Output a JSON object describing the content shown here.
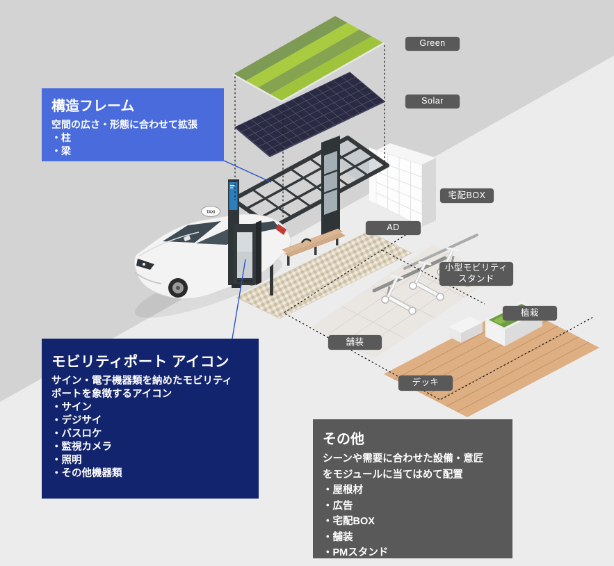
{
  "palette": {
    "bg_light": "#ECECEC",
    "bg_dark_band": "#D3D3D3",
    "accent_blue_box": "#4A6BDB",
    "navy_box": "#13246E",
    "gray_box": "#595959",
    "label_chip_bg": "#595959",
    "leader_line_blue": "#2A52C8",
    "solar_panel": "#2A2A43",
    "grass_olive": "#7E9B55",
    "grass_bright": "#A9CB3F",
    "canopy_frame": "#34383B",
    "deck_wood": "#DDAF83",
    "kiosk_sign_blue": "#2B7FBE"
  },
  "labels": {
    "green": "Green",
    "solar": "Solar",
    "takuhai_box": "宅配BOX",
    "ad": "AD",
    "mobility_stand": "小型モビリティ\nスタンド",
    "plants": "植栽",
    "pavement": "舗装",
    "deck": "デッキ"
  },
  "callouts": {
    "frame": {
      "title": "構造フレーム",
      "lines": [
        "空間の広さ・形態に合わせて拡張",
        "・柱",
        "・梁"
      ]
    },
    "port_icon": {
      "title": "モビリティポート アイコン",
      "lines": [
        "サイン・電子機器類を納めたモビリティ",
        "ポートを象徴するアイコン",
        "・サイン",
        "・デジサイ",
        "・バスロケ",
        "・監視カメラ",
        "・照明",
        "・その他機器類"
      ]
    },
    "others": {
      "title": "その他",
      "lines": [
        "シーンや需要に合わせた設備・意匠",
        "をモジュールに当てはめて配置",
        "・屋根材",
        "・広告",
        "・宅配BOX",
        "・舗装",
        "・PMスタンド"
      ]
    }
  },
  "scene": {
    "car_roof_sign": "TAXI"
  }
}
